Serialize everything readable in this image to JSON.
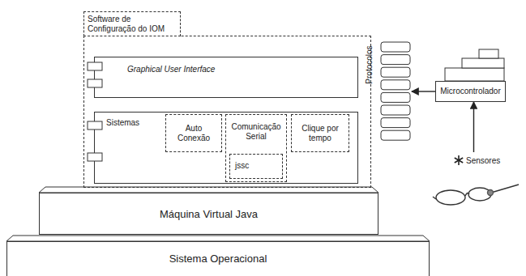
{
  "diagram": {
    "nodes": [
      {
        "text": [
          "Software de Configuração do IOM"
        ]
      },
      {
        "text": [
          "Graphical User Interface"
        ],
        "in": 0
      },
      {
        "text": [
          "Sistemas"
        ],
        "in": 0
      },
      {
        "text": [
          "Auto Conexão"
        ],
        "in": 2
      },
      {
        "text": [
          "Comunicação Serial"
        ],
        "in": 2
      },
      {
        "text": [
          "jssc"
        ],
        "in": 4
      },
      {
        "text": [
          "Clique por tempo"
        ],
        "in": 2
      },
      {
        "text": [
          "Protocolos"
        ]
      },
      {
        "text": [
          "Microcontrolador"
        ]
      },
      {
        "text": [
          "Sensores"
        ]
      },
      {
        "text": [
          "Máquina Virtual Java"
        ]
      },
      {
        "text": [
          "Sistema Operacional"
        ]
      }
    ],
    "edges": [
      {
        "from": 8,
        "to": 7,
        "arrow": "to"
      },
      {
        "from": 9,
        "to": 8,
        "arrow": "to"
      }
    ]
  }
}
